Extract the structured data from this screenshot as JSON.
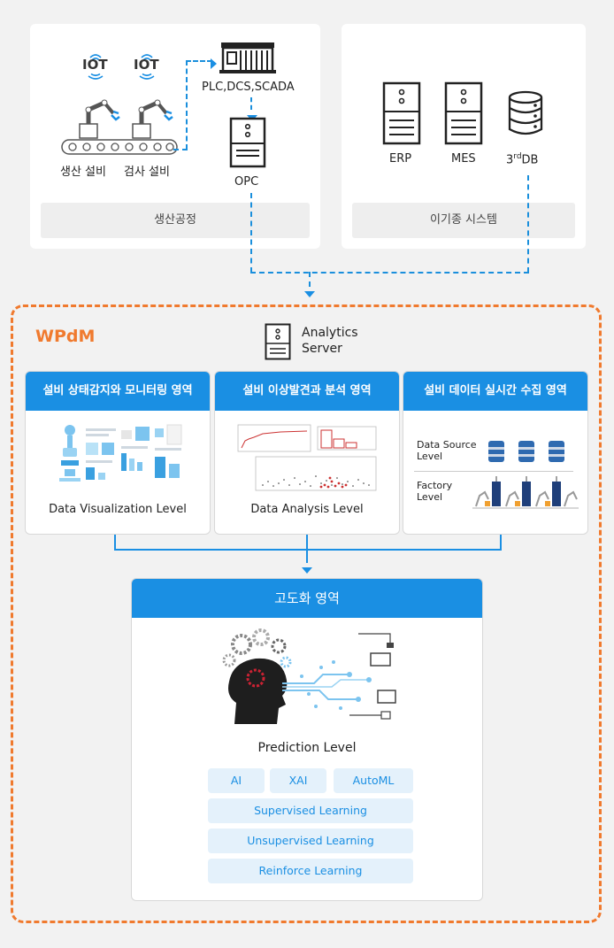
{
  "top": {
    "left_box": {
      "iot_label_1": "IOT",
      "iot_label_2": "IOT",
      "production_equipment": "생산 설비",
      "inspection_equipment": "검사 설비",
      "plc_label": "PLC,DCS,SCADA",
      "opc_label": "OPC",
      "footer": "생산공정"
    },
    "right_box": {
      "erp_label": "ERP",
      "mes_label": "MES",
      "db_label_prefix": "3",
      "db_label_sup": "rd",
      "db_label_suffix": "DB",
      "footer": "이기종 시스템"
    }
  },
  "wpdm": {
    "title": "WPdM",
    "analytics_line1": "Analytics",
    "analytics_line2": "Server",
    "panels": [
      {
        "header": "설비 상태감지와 모니터링 영역",
        "footer": "Data Visualization Level"
      },
      {
        "header": "설비 이상발견과 분석 영역",
        "footer": "Data Analysis Level"
      },
      {
        "header": "설비 데이터 실시간 수집 영역",
        "row1_line1": "Data Source",
        "row1_line2": "Level",
        "row2_line1": "Factory",
        "row2_line2": "Level"
      }
    ],
    "advanced": {
      "header": "고도화 영역",
      "level": "Prediction Level",
      "chips_row": [
        "AI",
        "XAI",
        "AutoML"
      ],
      "chips_wide": [
        "Supervised Learning",
        "Unsupervised Learning",
        "Reinforce Learning"
      ]
    }
  },
  "colors": {
    "accent_blue": "#1a8fe3",
    "wpdm_orange": "#f07a2e",
    "chip_bg": "#e4f1fb"
  }
}
